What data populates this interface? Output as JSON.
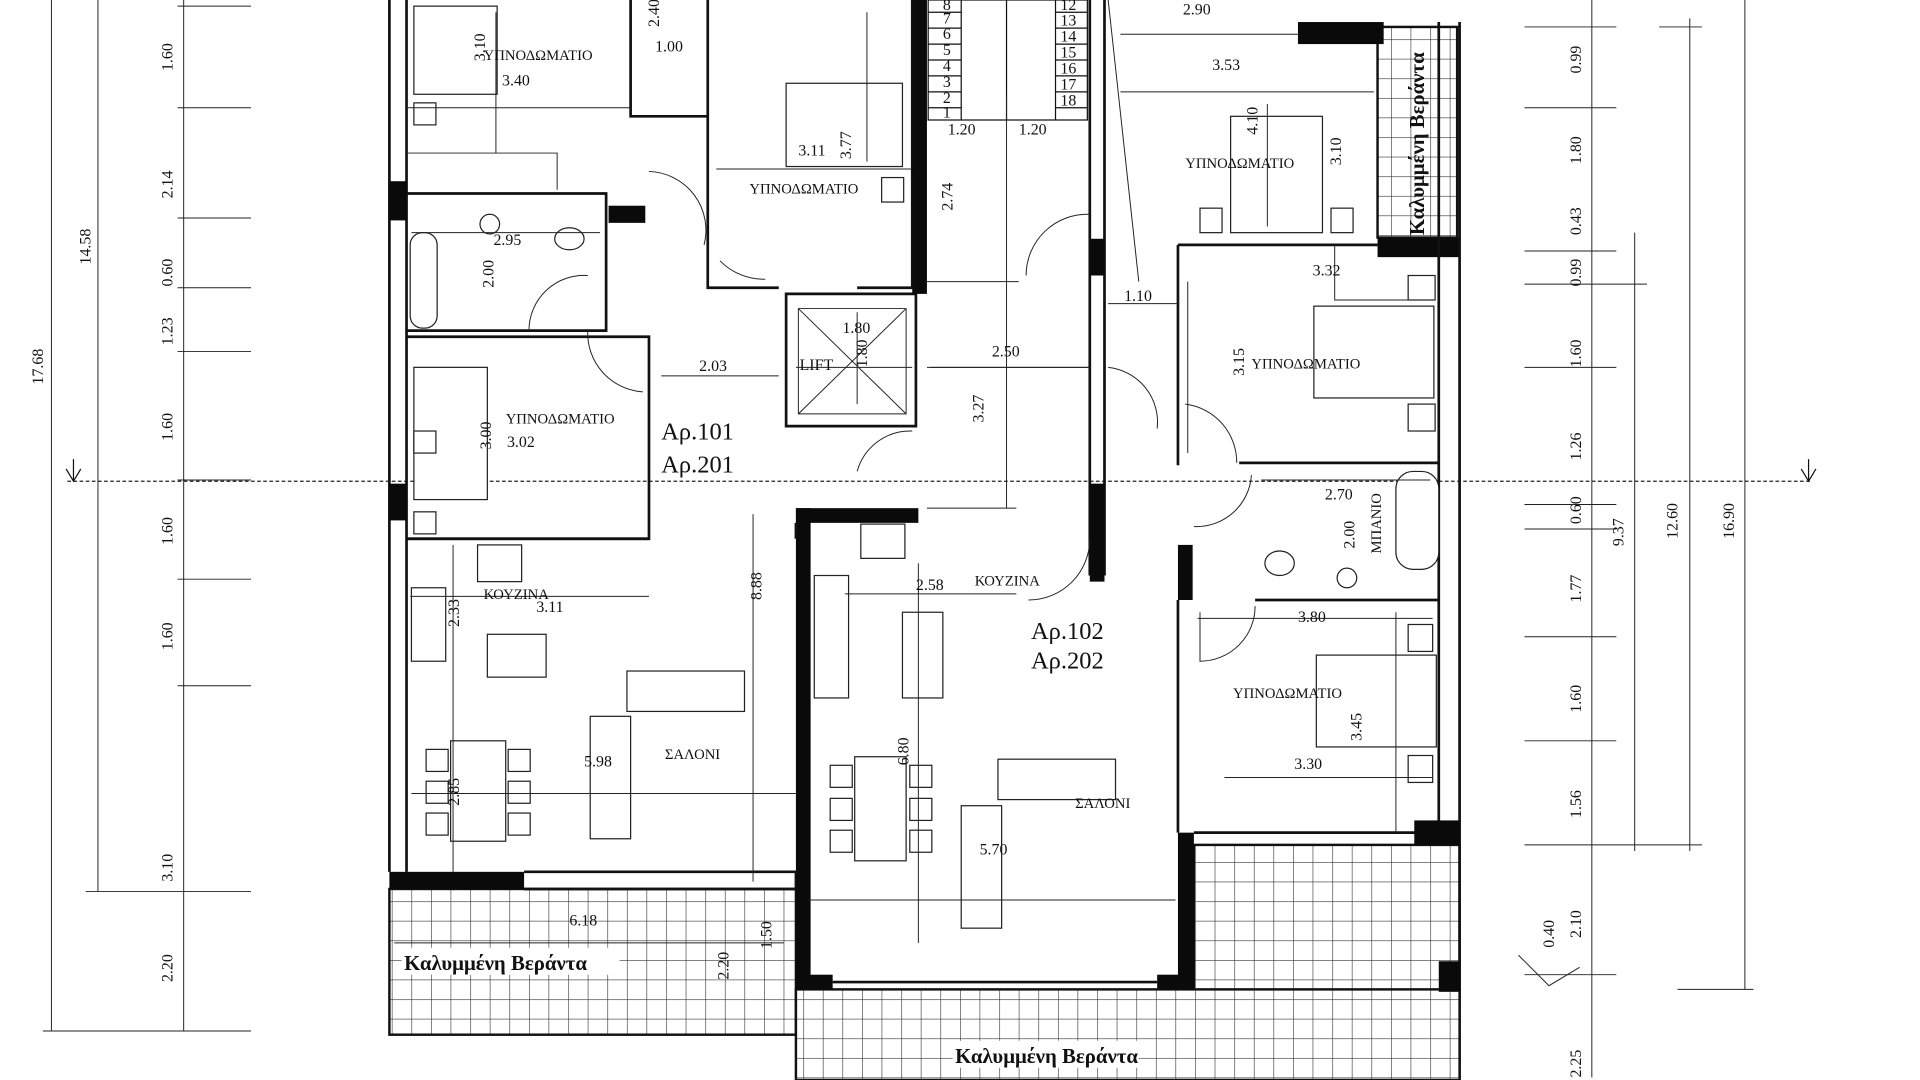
{
  "plan": {
    "apartments": [
      {
        "line1": "Αρ.101",
        "line2": "Αρ.201"
      },
      {
        "line1": "Αρ.102",
        "line2": "Αρ.202"
      }
    ],
    "rooms": {
      "bedroom": "ΥΠΝΟΔΩΜΑΤΙΟ",
      "kitchen": "ΚΟΥΖΙΝΑ",
      "living": "ΣΑΛΟΝΙ",
      "bathroom": "ΜΠΑΝΙΟ",
      "lift": "LIFT",
      "veranda": "Καλυμμένη Βεράντα"
    },
    "left_dims": [
      "1.60",
      "2.14",
      "0.60",
      "1.23",
      "1.60",
      "1.60",
      "1.60",
      "3.10",
      "2.20"
    ],
    "left_totals": [
      "14.58",
      "17.68"
    ],
    "right_dims": [
      "0.99",
      "1.80",
      "0.43",
      "0.99",
      "1.60",
      "1.26",
      "0.60",
      "1.77",
      "1.60",
      "1.56",
      "2.10",
      "0.40",
      "2.25"
    ],
    "right_totals": [
      "9.37",
      "12.60",
      "16.90"
    ],
    "inner_dims": {
      "bed1_w": "3.10",
      "bed1_l": "3.40",
      "wc_h": "2.40",
      "wc_w": "1.00",
      "bed2_w": "3.11",
      "bed2_l": "3.77",
      "bath1_w": "2.95",
      "bath1_h": "2.00",
      "bed3_h": "3.00",
      "bed3_w": "3.02",
      "corr1": "2.03",
      "lift_w": "1.80",
      "lift_h": "1.80",
      "stair_h": "2.74",
      "stair_w1": "1.20",
      "stair_w2": "1.20",
      "top_r1": "2.90",
      "bed4_w": "3.53",
      "bed4_bed": "4.10",
      "bed4_h": "3.10",
      "bed5_w": "3.32",
      "bed5_h": "3.15",
      "corr2": "1.10",
      "hall_w": "2.50",
      "hall_h": "3.27",
      "bath2_w": "2.70",
      "bath2_h": "2.00",
      "bed6_w": "3.80",
      "bed6_h": "3.45",
      "bed6_b": "3.30",
      "kit1_h": "2.33",
      "kit1_w": "3.11",
      "apt1_h": "8.88",
      "kit2_w": "2.58",
      "apt2_h": "6.80",
      "liv1_w": "5.98",
      "liv1_h": "2.85",
      "liv2_w": "5.70",
      "ver1_w": "6.18",
      "ver1_h": "1.50",
      "ver1_d": "2.20"
    },
    "stairs_left": [
      "8",
      "7",
      "6",
      "5",
      "4",
      "3",
      "2",
      "1"
    ],
    "stairs_right": [
      "12",
      "13",
      "14",
      "15",
      "16",
      "17",
      "18"
    ]
  }
}
